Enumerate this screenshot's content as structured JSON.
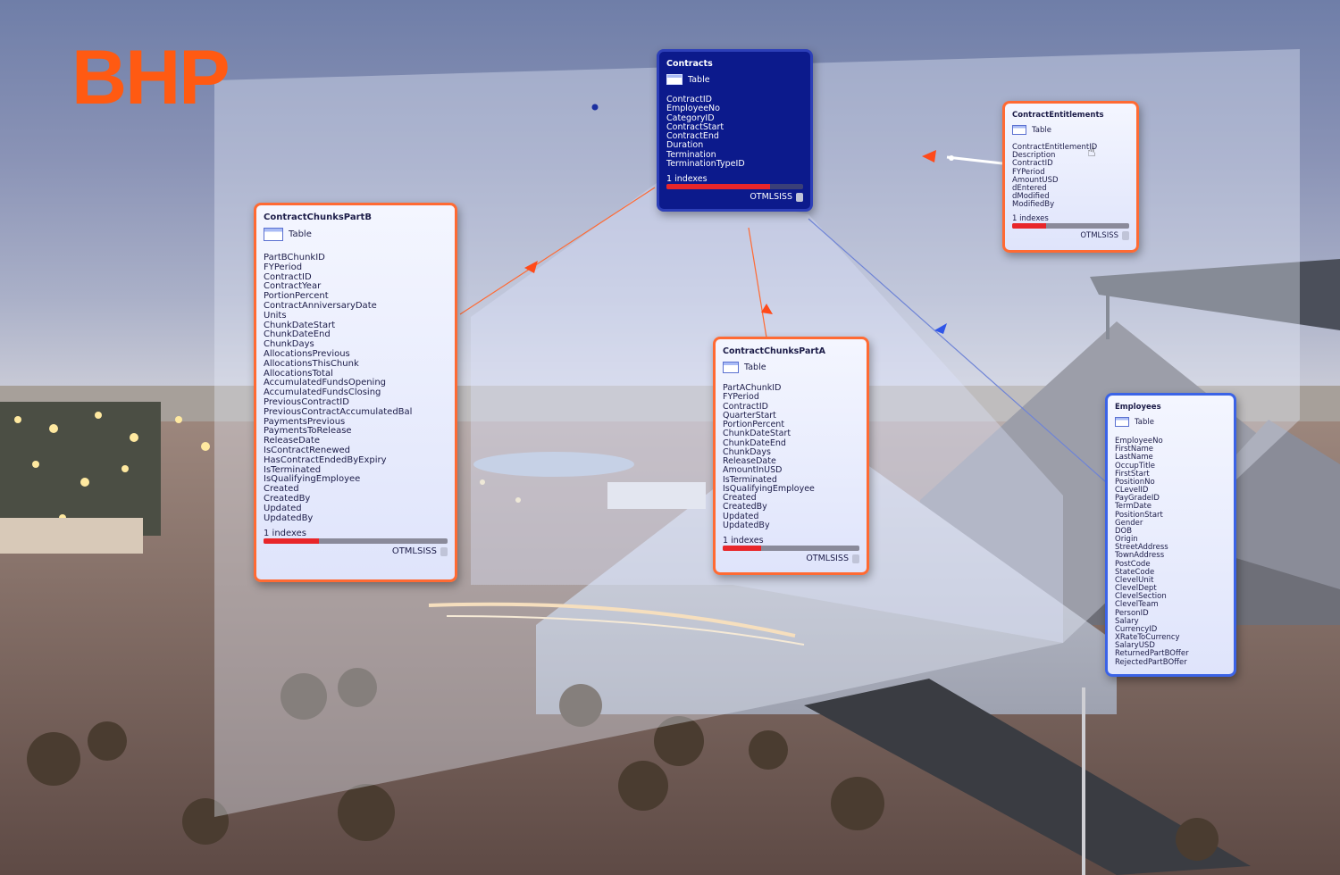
{
  "logo": {
    "text": "BHP",
    "color": "#ff5a12"
  },
  "colors": {
    "accent": "#ff6a33",
    "blue_border": "#3b63e6",
    "dark_card": "#0c1a8c",
    "index_bar": "#e8262a"
  },
  "tables": {
    "contracts": {
      "name": "Contracts",
      "type": "Table",
      "columns": [
        "ContractID",
        "EmployeeNo",
        "CategoryID",
        "ContractStart",
        "ContractEnd",
        "Duration",
        "Termination",
        "TerminationTypeID"
      ],
      "indexes": "1 indexes",
      "db": "OTMLSISS",
      "index_fill": 0.76
    },
    "entitlements": {
      "name": "ContractEntitlements",
      "type": "Table",
      "columns": [
        "ContractEntitlementID",
        "Description",
        "ContractID",
        "FYPeriod",
        "AmountUSD",
        "dEntered",
        "dModified",
        "ModifiedBy"
      ],
      "indexes": "1 indexes",
      "db": "OTMLSISS",
      "index_fill": 0.29
    },
    "partb": {
      "name": "ContractChunksPartB",
      "type": "Table",
      "columns": [
        "PartBChunkID",
        "FYPeriod",
        "ContractID",
        "ContractYear",
        "PortionPercent",
        "ContractAnniversaryDate",
        "Units",
        "ChunkDateStart",
        "ChunkDateEnd",
        "ChunkDays",
        "AllocationsPrevious",
        "AllocationsThisChunk",
        "AllocationsTotal",
        "AccumulatedFundsOpening",
        "AccumulatedFundsClosing",
        "PreviousContractID",
        "PreviousContractAccumulatedBal",
        "PaymentsPrevious",
        "PaymentsToRelease",
        "ReleaseDate",
        "IsContractRenewed",
        "HasContractEndedByExpiry",
        "IsTerminated",
        "IsQualifyingEmployee",
        "Created",
        "CreatedBy",
        "Updated",
        "UpdatedBy"
      ],
      "indexes": "1 indexes",
      "db": "OTMLSISS",
      "index_fill": 0.3
    },
    "parta": {
      "name": "ContractChunksPartA",
      "type": "Table",
      "columns": [
        "PartAChunkID",
        "FYPeriod",
        "ContractID",
        "QuarterStart",
        "PortionPercent",
        "ChunkDateStart",
        "ChunkDateEnd",
        "ChunkDays",
        "ReleaseDate",
        "AmountInUSD",
        "IsTerminated",
        "IsQualifyingEmployee",
        "Created",
        "CreatedBy",
        "Updated",
        "UpdatedBy"
      ],
      "indexes": "1 indexes",
      "db": "OTMLSISS",
      "index_fill": 0.28
    },
    "employees": {
      "name": "Employees",
      "type": "Table",
      "columns": [
        "EmployeeNo",
        "FirstName",
        "LastName",
        "OccupTitle",
        "FirstStart",
        "PositionNo",
        "CLevelID",
        "PayGradeID",
        "TermDate",
        "PositionStart",
        "Gender",
        "DOB",
        "Origin",
        "StreetAddress",
        "TownAddress",
        "PostCode",
        "StateCode",
        "ClevelUnit",
        "ClevelDept",
        "ClevelSection",
        "ClevelTeam",
        "PersonID",
        "Salary",
        "CurrencyID",
        "XRateToCurrency",
        "SalaryUSD",
        "ReturnedPartBOffer",
        "RejectedPartBOffer"
      ]
    }
  }
}
